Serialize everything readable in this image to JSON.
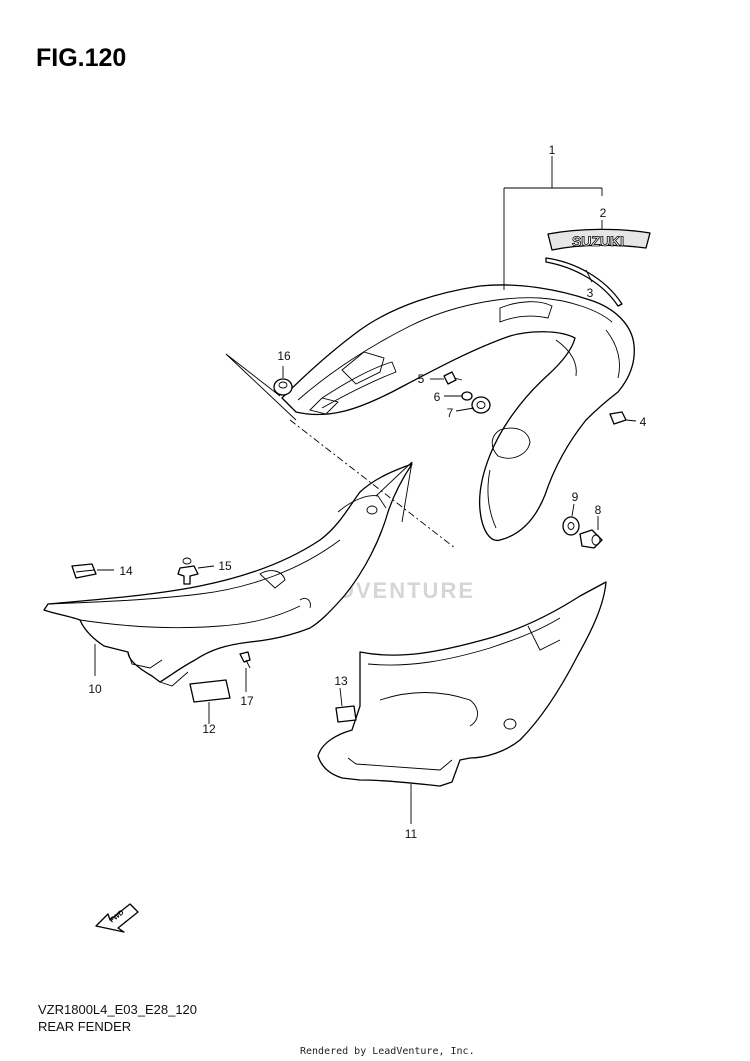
{
  "header": {
    "figure_label": "FIG.120"
  },
  "emblem": {
    "text": "SUZUKI"
  },
  "watermark": {
    "text": "LEADVENTURE"
  },
  "fwd_arrow": {
    "text": "FWD"
  },
  "callouts": [
    {
      "id": "1",
      "text": "1"
    },
    {
      "id": "2",
      "text": "2"
    },
    {
      "id": "3",
      "text": "3"
    },
    {
      "id": "4",
      "text": "4"
    },
    {
      "id": "5",
      "text": "5"
    },
    {
      "id": "6",
      "text": "6"
    },
    {
      "id": "7",
      "text": "7"
    },
    {
      "id": "8",
      "text": "8"
    },
    {
      "id": "9",
      "text": "9"
    },
    {
      "id": "10",
      "text": "10"
    },
    {
      "id": "11",
      "text": "11"
    },
    {
      "id": "12",
      "text": "12"
    },
    {
      "id": "13",
      "text": "13"
    },
    {
      "id": "14",
      "text": "14"
    },
    {
      "id": "15",
      "text": "15"
    },
    {
      "id": "16",
      "text": "16"
    },
    {
      "id": "17",
      "text": "17"
    }
  ],
  "footer": {
    "model_code": "VZR1800L4_E03_E28_120",
    "title": "REAR FENDER",
    "rendered_by": "Rendered by LeadVenture, Inc."
  }
}
